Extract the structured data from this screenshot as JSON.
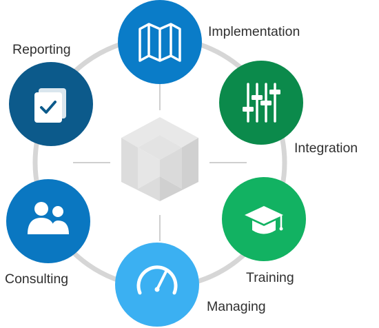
{
  "diagram": {
    "ring_color": "#d6d6d6",
    "connector_color": "#cfcfcf",
    "center_logo": {
      "icon": "m-cube-logo-icon",
      "colors": {
        "top": "#e8e8e8",
        "left": "#dcdcdc",
        "right": "#d0d0d0"
      }
    },
    "nodes": [
      {
        "label": "Implementation",
        "icon": "map-icon",
        "color": "#0a7cc8"
      },
      {
        "label": "Integration",
        "icon": "sliders-icon",
        "color": "#0b8a4b"
      },
      {
        "label": "Training",
        "icon": "graduation-cap-icon",
        "color": "#12b262"
      },
      {
        "label": "Managing",
        "icon": "gauge-icon",
        "color": "#3bb0f2"
      },
      {
        "label": "Consulting",
        "icon": "users-icon",
        "color": "#0a77c1"
      },
      {
        "label": "Reporting",
        "icon": "clipboard-check-icon",
        "color": "#0c5a8b"
      }
    ]
  }
}
